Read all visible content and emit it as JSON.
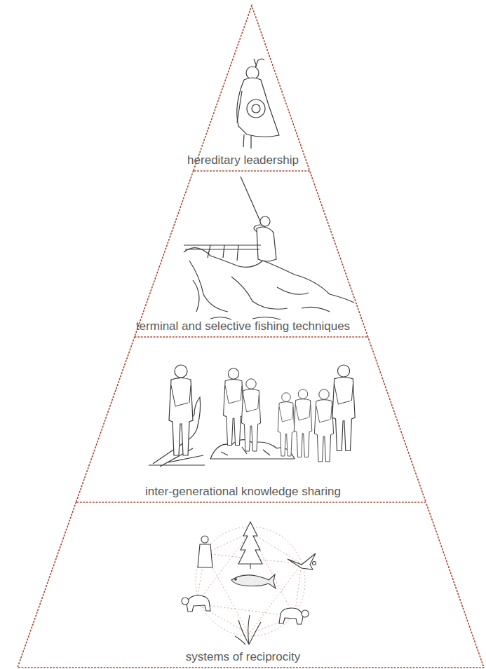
{
  "diagram": {
    "nodes": [
      {
        "text": [
          "hereditary leadership"
        ]
      },
      {
        "text": [
          "terminal and selective fishing techniques"
        ]
      },
      {
        "text": [
          "inter-generational knowledge sharing"
        ]
      },
      {
        "text": [
          "systems of reciprocity"
        ]
      }
    ]
  }
}
